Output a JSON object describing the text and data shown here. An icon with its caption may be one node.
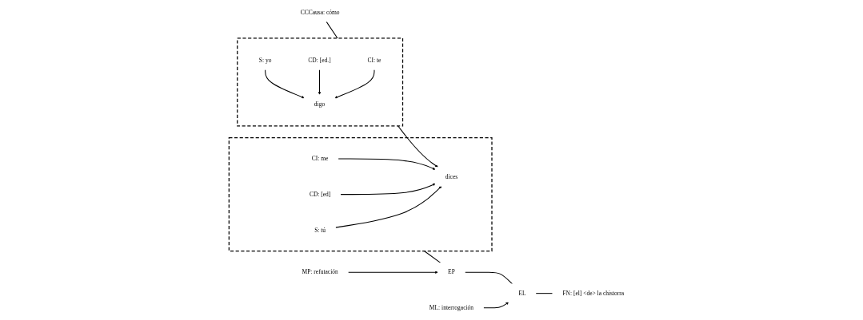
{
  "diagram": {
    "nodes": [
      {
        "text": [],
        "shape": "box"
      },
      {
        "text": [
          "S: yo"
        ],
        "in": 0
      },
      {
        "text": [
          "digo"
        ],
        "in": 0
      },
      {
        "text": [
          "CD: [ed.]"
        ],
        "in": 0
      },
      {
        "text": [
          "CI: te"
        ],
        "in": 0
      },
      {
        "text": [],
        "shape": "box"
      },
      {
        "text": [
          "S: tú"
        ],
        "in": 5
      },
      {
        "text": [
          "dices"
        ],
        "in": 5
      },
      {
        "text": [
          "CD: [ed]"
        ],
        "in": 5
      },
      {
        "text": [
          "CI: me"
        ],
        "in": 5
      },
      {
        "text": [
          "MP: refutación"
        ]
      },
      {
        "text": [
          "ML: interrogación"
        ]
      },
      {
        "text": [
          "EP"
        ]
      },
      {
        "text": [
          "EL"
        ]
      },
      {
        "text": [
          "FN: [el] <de> la chistorra"
        ]
      },
      {
        "text": [
          "CCCausa: cómo"
        ]
      }
    ],
    "edges": [
      {
        "from": 1,
        "to": 2,
        "arrow": "to"
      },
      {
        "from": 3,
        "to": 2,
        "arrow": "to"
      },
      {
        "from": 4,
        "to": 2,
        "arrow": "to"
      },
      {
        "from": 6,
        "to": 7,
        "arrow": "to"
      },
      {
        "from": 8,
        "to": 7,
        "arrow": "to"
      },
      {
        "from": 9,
        "to": 7,
        "arrow": "to"
      },
      {
        "from": 15,
        "to": 7,
        "arrow": "to"
      },
      {
        "from": 10,
        "to": 12,
        "arrow": "to"
      },
      {
        "from": 11,
        "to": 13,
        "arrow": "to"
      },
      {
        "from": 5,
        "to": 12,
        "arrow": "none"
      },
      {
        "from": 12,
        "to": 13,
        "arrow": "none"
      },
      {
        "from": 13,
        "to": 14,
        "arrow": "none"
      }
    ]
  }
}
